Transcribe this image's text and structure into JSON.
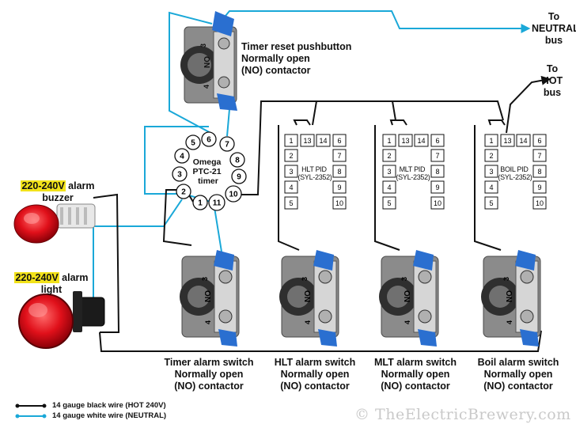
{
  "labels": {
    "neutral_bus": "To\nNEUTRAL\nbus",
    "hot_bus": "To\nHOT\nbus",
    "timer_reset": "Timer reset pushbutton\nNormally open\n(NO) contactor",
    "timer_name": "Omega\nPTC-21\ntimer",
    "buzzer_voltage": "220-240V",
    "buzzer_rest": " alarm",
    "buzzer_word": "buzzer",
    "light_voltage": "220-240V",
    "light_rest": " alarm",
    "light_word": "light",
    "pid_hlt": "HLT PID\n(SYL-2352)",
    "pid_mlt": "MLT PID\n(SYL-2352)",
    "pid_boil": "BOIL PID\n(SYL-2352)",
    "switch_timer": "Timer alarm switch\nNormally open\n(NO) contactor",
    "switch_hlt": "HLT alarm switch\nNormally open\n(NO) contactor",
    "switch_mlt": "MLT alarm switch\nNormally open\n(NO) contactor",
    "switch_boil": "Boil alarm switch\nNormally open\n(NO) contactor",
    "legend_black": "14 gauge black wire (HOT 240V)",
    "legend_white": "14 gauge white wire (NEUTRAL)",
    "copyright": "© TheElectricBrewery.com"
  },
  "timer_pins": [
    "1",
    "2",
    "3",
    "4",
    "5",
    "6",
    "7",
    "8",
    "9",
    "10",
    "11"
  ],
  "pid_left_terminals": [
    "1",
    "2",
    "3",
    "4",
    "5"
  ],
  "pid_top_terminals": [
    "13",
    "14"
  ],
  "pid_right_terminals": [
    "6",
    "7",
    "8",
    "9",
    "10"
  ],
  "contactor_marks": {
    "top": "3",
    "mid": "NO",
    "bottom": "4"
  },
  "colors": {
    "hot_wire": "#111111",
    "neutral_wire": "#1aa8d8",
    "highlight": "#f2e21a",
    "lamp_red": "#e0101a",
    "contactor_blue": "#2a6fd0"
  }
}
